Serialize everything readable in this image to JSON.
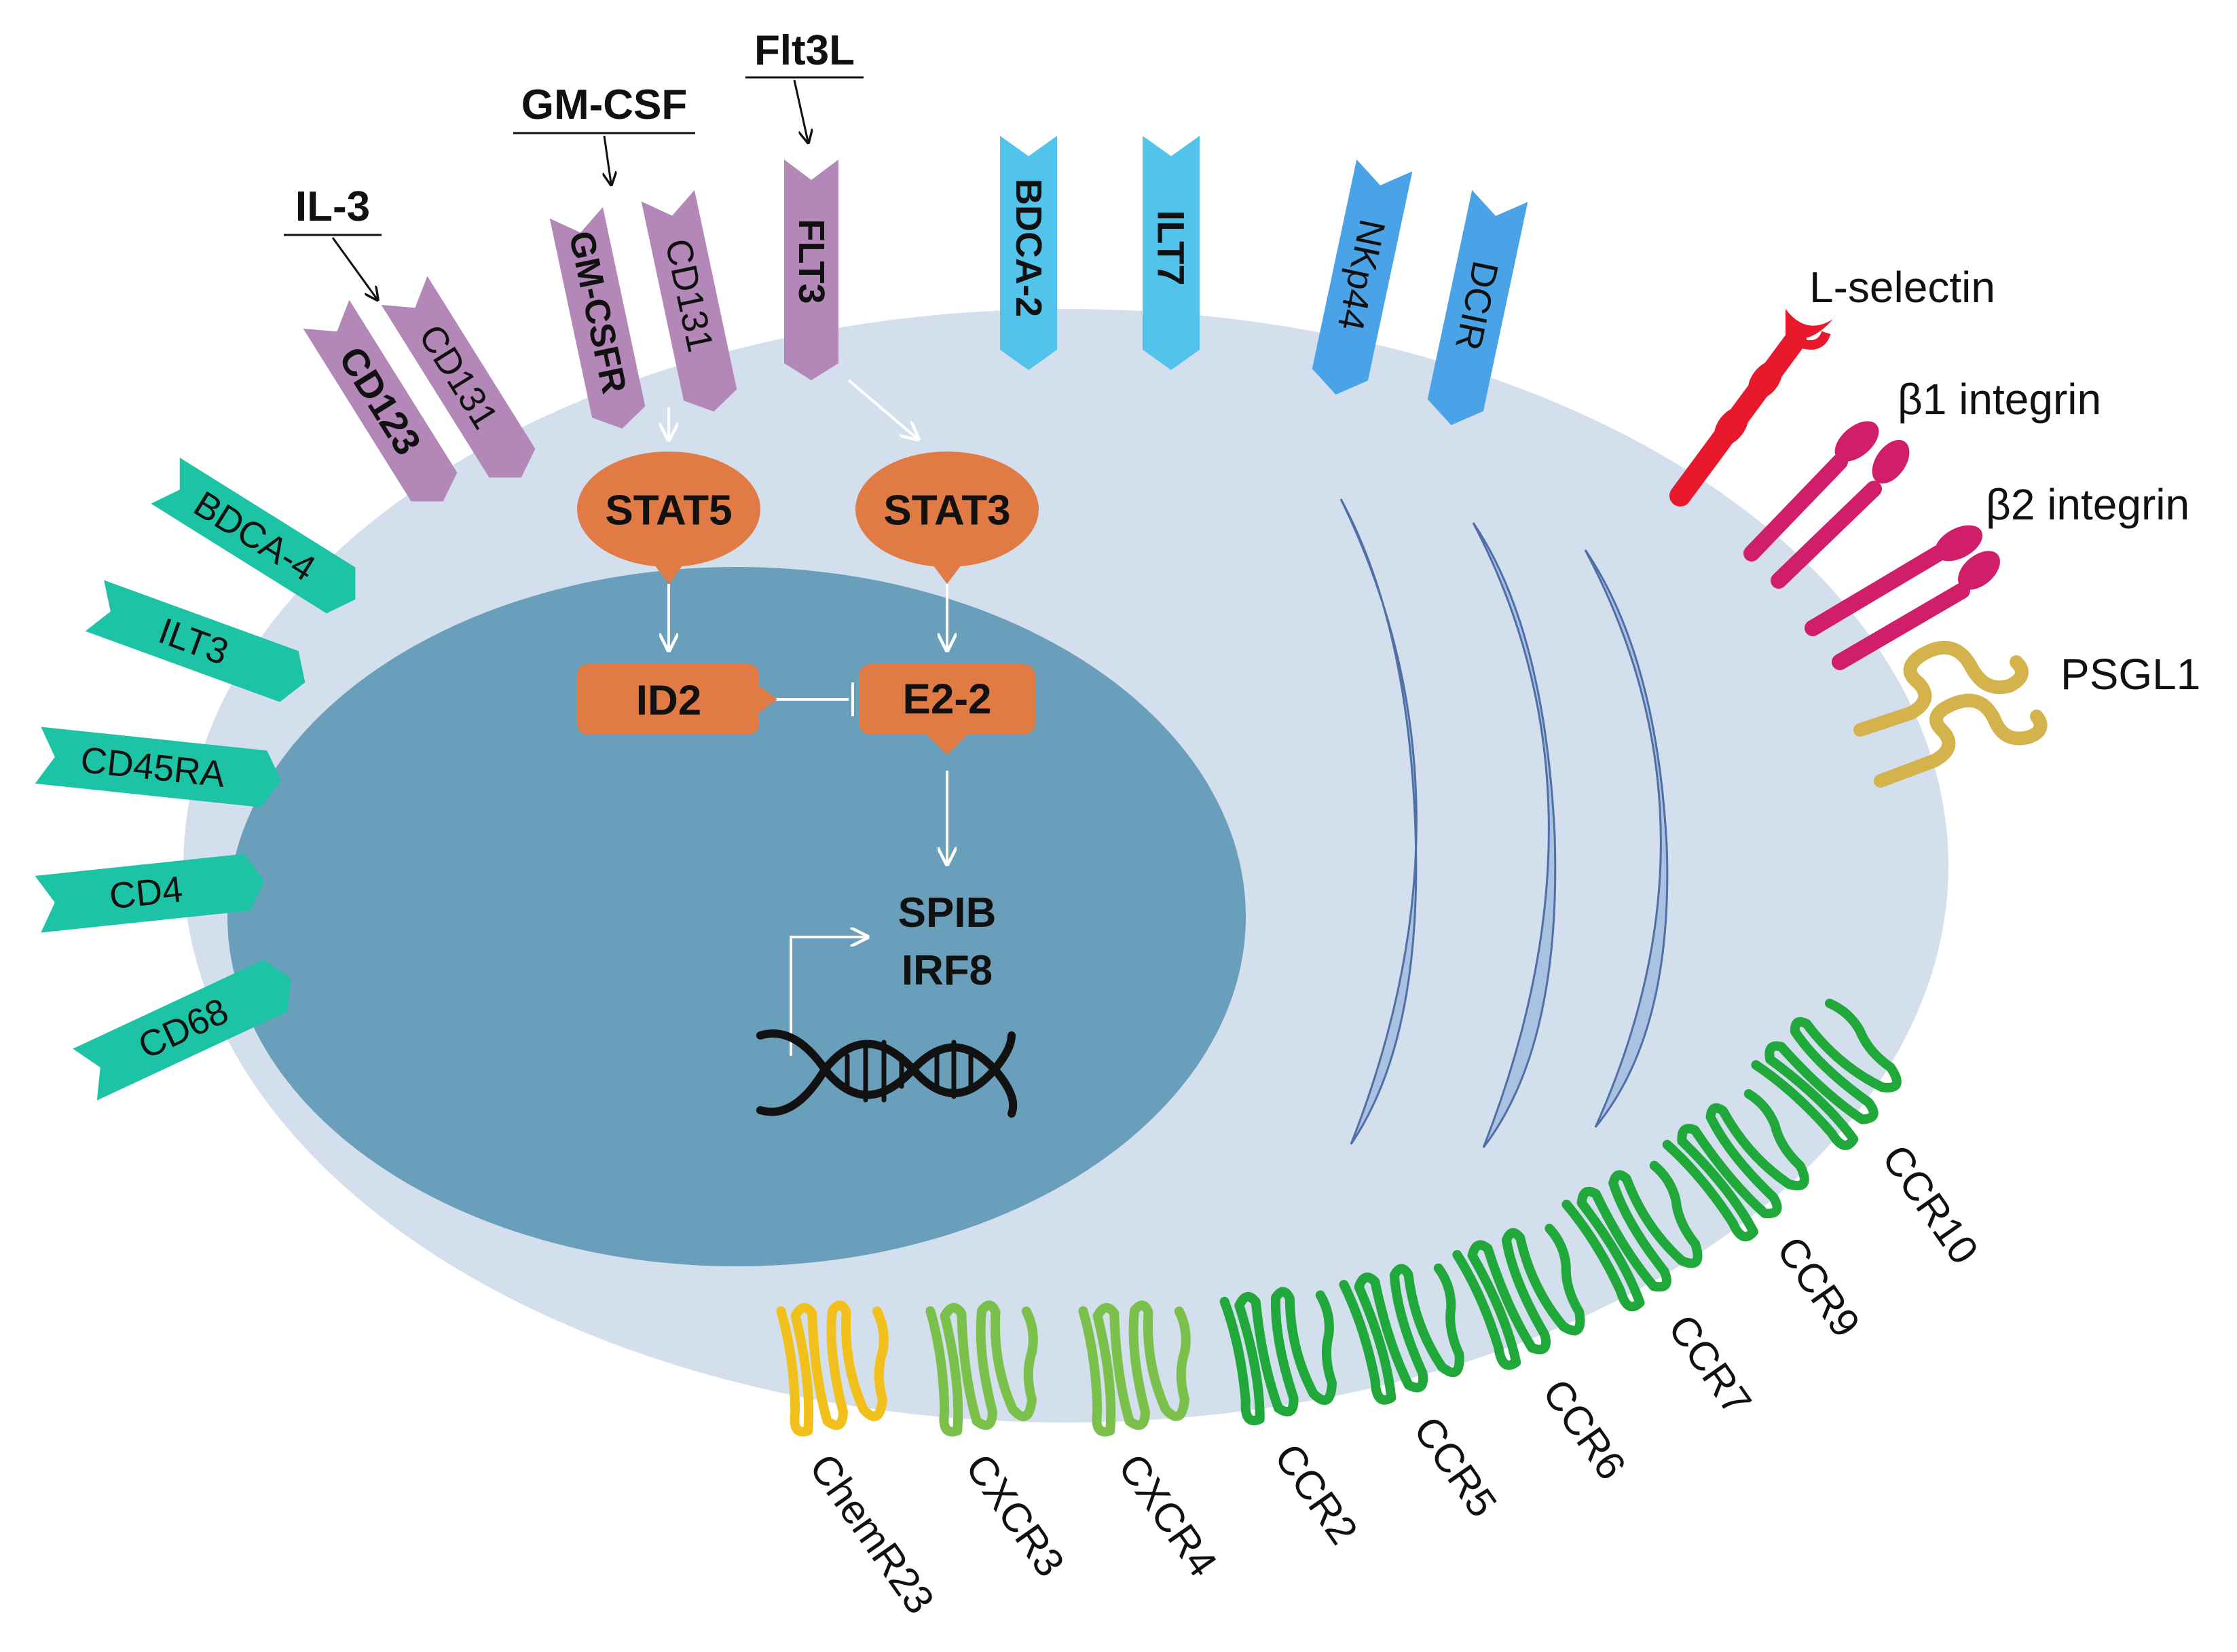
{
  "ligands": {
    "il3": "IL-3",
    "gmcsf": "GM-CSF",
    "flt3l": "Flt3L"
  },
  "receptors": {
    "cd123": "CD123",
    "cd131_a": "CD131",
    "gmcsfr": "GM-CSFR",
    "cd131_b": "CD131",
    "flt3": "FLT3",
    "bdca2": "BDCA-2",
    "ilt7": "ILT7",
    "nkp44": "NKp44",
    "dcir": "DCIR"
  },
  "left_markers": {
    "bdca4": "BDCA-4",
    "ilt3": "ILT3",
    "cd45ra": "CD45RA",
    "cd4": "CD4",
    "cd68": "CD68"
  },
  "adhesion": {
    "lselectin": "L-selectin",
    "b1": "β1 integrin",
    "b2": "β2 integrin",
    "psgl1": "PSGL1"
  },
  "signaling": {
    "stat5": "STAT5",
    "stat3": "STAT3",
    "id2": "ID2",
    "e22": "E2-2",
    "spib": "SPIB",
    "irf8": "IRF8"
  },
  "chemokine_receptors": {
    "chemr23": "ChemR23",
    "cxcr3": "CXCR3",
    "cxcr4": "CXCR4",
    "ccr2": "CCR2",
    "ccr5": "CCR5",
    "ccr6": "CCR6",
    "ccr7": "CCR7",
    "ccr9": "CCR9",
    "ccr10": "CCR10"
  },
  "colors": {
    "cytoplasm": "#d3dfed",
    "nucleus": "#6a9fbb",
    "er": "#a9c2e2",
    "purple_receptor": "#b487b9",
    "blue_receptor": "#52c3ea",
    "blue_receptor_dark": "#4aa3e6",
    "teal_marker": "#1cc4a5",
    "orange_factor": "#e07b45",
    "l_selectin": "#e8192c",
    "integrin": "#d11e6a",
    "psgl1": "#d4b24c",
    "chemr23": "#f2c01b",
    "cxcr": "#7bc04a",
    "ccr": "#21a83a"
  }
}
